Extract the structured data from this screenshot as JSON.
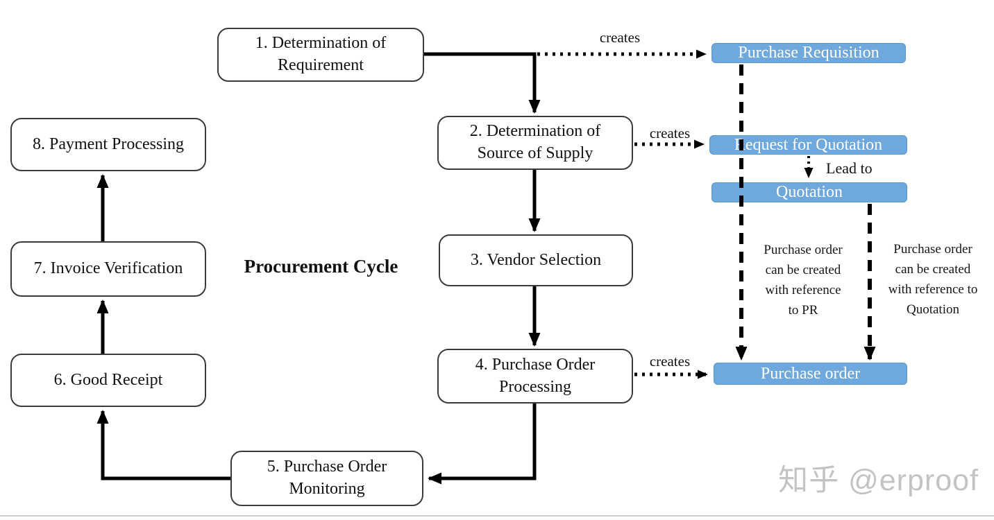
{
  "diagram": {
    "title": "Procurement Cycle",
    "steps": [
      {
        "label": "1. Determination of Requirement"
      },
      {
        "label": "2. Determination of Source of Supply"
      },
      {
        "label": "3. Vendor Selection"
      },
      {
        "label": "4. Purchase Order Processing"
      },
      {
        "label": "5. Purchase Order Monitoring"
      },
      {
        "label": "6. Good Receipt"
      },
      {
        "label": "7. Invoice Verification"
      },
      {
        "label": "8. Payment Processing"
      }
    ],
    "documents": [
      {
        "label": "Purchase Requisition"
      },
      {
        "label": "Request for Quotation"
      },
      {
        "label": "Quotation"
      },
      {
        "label": "Purchase order"
      }
    ],
    "edge_labels": {
      "creates_from_step1": "creates",
      "creates_from_step2": "creates",
      "creates_from_step4": "creates",
      "lead_to": "Lead to"
    },
    "annotations": {
      "po_from_pr": "Purchase order can be created with reference to PR",
      "po_from_quotation": "Purchase order can be created with reference to Quotation"
    },
    "watermark": "知乎 @erproof",
    "colors": {
      "document_fill": "#6fa8dc",
      "document_border": "#5a97cb",
      "document_text": "#ffffff",
      "connector": "#000000"
    }
  }
}
